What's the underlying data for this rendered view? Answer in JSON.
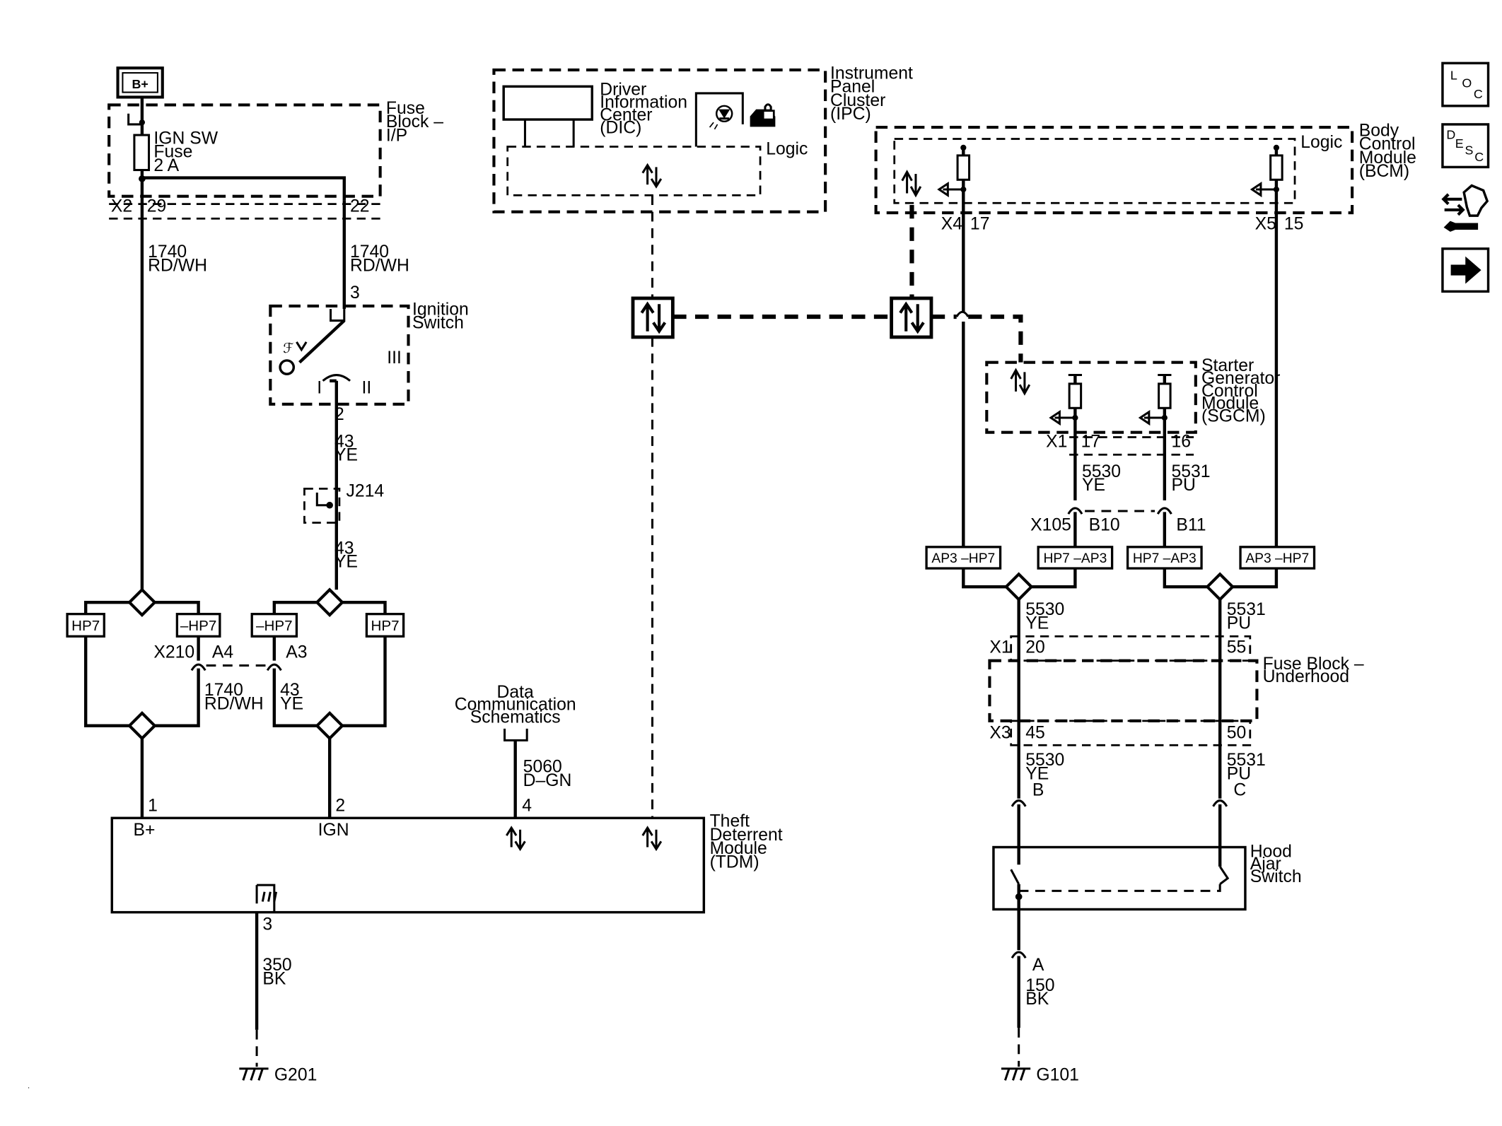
{
  "power_source": "B+",
  "fuse_block_ip": {
    "label": [
      "Fuse",
      "Block –",
      "I/P"
    ],
    "fuse": [
      "IGN SW",
      "Fuse",
      "2 A"
    ],
    "connector": "X2",
    "pin_a": "29",
    "pin_b": "22"
  },
  "wires": {
    "w1740_a": [
      "1740",
      "RD/WH"
    ],
    "w1740_b": [
      "1740",
      "RD/WH"
    ],
    "w43_a": [
      "43",
      "YE"
    ],
    "w43_b": [
      "43",
      "YE"
    ],
    "w1740_c": [
      "1740",
      "RD/WH"
    ],
    "w43_c": [
      "43",
      "YE"
    ],
    "w5060": [
      "5060",
      "D–GN"
    ],
    "w350": [
      "350",
      "BK"
    ],
    "w5530_a": [
      "5530",
      "YE"
    ],
    "w5531_a": [
      "5531",
      "PU"
    ],
    "w5530_b": [
      "5530",
      "YE"
    ],
    "w5531_b": [
      "5531",
      "PU"
    ],
    "w5530_c": [
      "5530",
      "YE"
    ],
    "w5531_c": [
      "5531",
      "PU"
    ],
    "w150": [
      "150",
      "BK"
    ]
  },
  "ignition_switch": {
    "label": [
      "Ignition",
      "Switch"
    ],
    "pin_in": "3",
    "pin_out": "2",
    "pos_1": "I",
    "pos_2": "II",
    "pos_3": "III"
  },
  "splice_j214": "J214",
  "harness_codes": {
    "hp7_a": "HP7",
    "hp7_b": "–HP7",
    "hp7_c": "–HP7",
    "hp7_d": "HP7",
    "ap3_hp7_a": "AP3 –HP7",
    "hp7_ap3_a": "HP7 –AP3",
    "hp7_ap3_b": "HP7 –AP3",
    "ap3_hp7_b": "AP3 –HP7"
  },
  "connector_x210": {
    "name": "X210",
    "pin_a": "A4",
    "pin_b": "A3"
  },
  "data_comm": [
    "Data",
    "Communication",
    "Schematics"
  ],
  "tdm": {
    "label": [
      "Theft",
      "Deterrent",
      "Module",
      "(TDM)"
    ],
    "pin1": "1",
    "pin2": "2",
    "pin4": "4",
    "pin3": "3",
    "bplus": "B+",
    "ign": "IGN"
  },
  "ground_g201": "G201",
  "ground_g101": "G101",
  "ipc": {
    "label": [
      "Instrument",
      "Panel",
      "Cluster",
      "(IPC)"
    ],
    "dic": [
      "Driver",
      "Information",
      "Center",
      "(DIC)"
    ],
    "logic": "Logic"
  },
  "bcm": {
    "label": [
      "Body",
      "Control",
      "Module",
      "(BCM)"
    ],
    "logic": "Logic",
    "conn_a": "X4",
    "pin_a": "17",
    "conn_b": "X5",
    "pin_b": "15"
  },
  "sgcm": {
    "label": [
      "Starter",
      "Generator",
      "Control",
      "Module",
      "(SGCM)"
    ],
    "conn": "X1",
    "pin_a": "17",
    "pin_b": "16"
  },
  "x105": {
    "name": "X105",
    "pin_a": "B10",
    "pin_b": "B11"
  },
  "fuse_block_uh": {
    "label": [
      "Fuse Block –",
      "Underhood"
    ],
    "conn_top": "X1",
    "pin_t1": "20",
    "pin_t2": "55",
    "conn_bot": "X3",
    "pin_b1": "45",
    "pin_b2": "50"
  },
  "hood_ajar": {
    "label": [
      "Hood",
      "Ajar",
      "Switch"
    ],
    "pin_b": "B",
    "pin_c": "C",
    "pin_a": "A"
  },
  "nav_icons": {
    "loc": [
      "L",
      "O",
      "C"
    ],
    "desc": [
      "D",
      "E",
      "S",
      "C"
    ]
  }
}
